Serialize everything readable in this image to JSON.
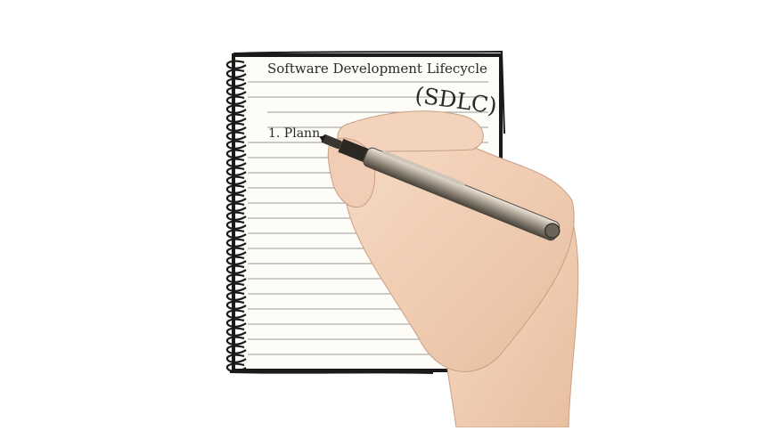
{
  "notebook": {
    "title": "Software Development Lifecycle",
    "subtitle": "(SDLC)",
    "items": [
      {
        "label": "1. Plann"
      }
    ]
  },
  "colors": {
    "background": "#ffffff",
    "paper": "#fdfcf7",
    "ink": "#1a1a1a",
    "skin": "#f1cdb3",
    "pen_barrel": "#8b8378"
  },
  "icons": {
    "hand": "hand-icon",
    "pen": "pen-icon"
  }
}
